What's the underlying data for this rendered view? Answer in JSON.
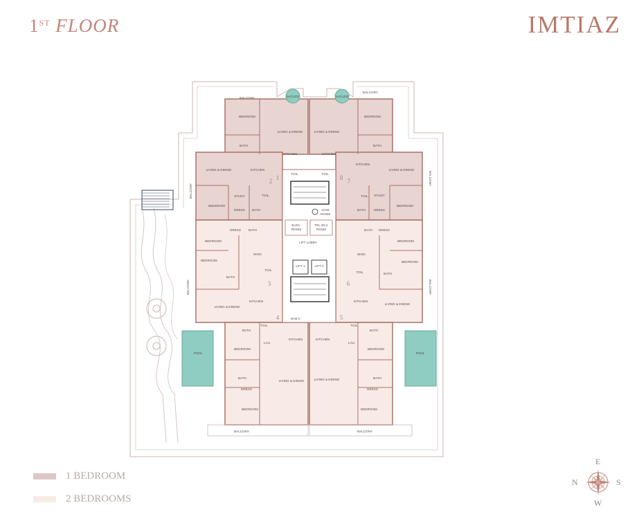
{
  "header": {
    "floor_ordinal": "1",
    "floor_suffix": "ST",
    "floor_word": "FLOOR",
    "brand": "IMTIAZ"
  },
  "colors": {
    "one_bedroom": "#e6cfcc",
    "two_bedrooms": "#f8ebe7",
    "wall": "#b47e74",
    "pool": "#8ecdbf",
    "text": "#c0857a"
  },
  "legend": [
    {
      "label": "1 BEDROOM",
      "color": "#dcc8c6"
    },
    {
      "label": "2 BEDROOMS",
      "color": "#f7ebe6"
    }
  ],
  "compass": {
    "north": "N",
    "east": "E",
    "south": "S",
    "west": "W"
  },
  "core": {
    "lift1": "LIFT 1",
    "lift2": "LIFT 2",
    "lift_lobby": "LIFT LOBBY",
    "elec_room": [
      "ELEC.",
      "ROOM"
    ],
    "tel_room": [
      "TEL./ELV",
      "ROOM"
    ],
    "gar_room": [
      "G/AR",
      "ROOM"
    ],
    "wc": "W.M.C"
  },
  "balconies": {
    "north_left": "BALCONY",
    "north_right": "BALCONY",
    "south_left": "BALCONY",
    "south_right": "BALCONY",
    "side": "BALCONY"
  },
  "jacuzzi": "JACUZZI",
  "pool": "POOL",
  "rooms": {
    "bedroom": "BEDROOM",
    "living": "LIVING & DINING",
    "kitchen": "KITCHEN",
    "bath": "BATH",
    "toil": "TOIL.",
    "study": "STUDY",
    "dress": "DRESS",
    "maid": "MAID",
    "lau": "LAU."
  },
  "unit_numbers": [
    "1",
    "2",
    "3",
    "4",
    "5",
    "6",
    "7",
    "8"
  ]
}
